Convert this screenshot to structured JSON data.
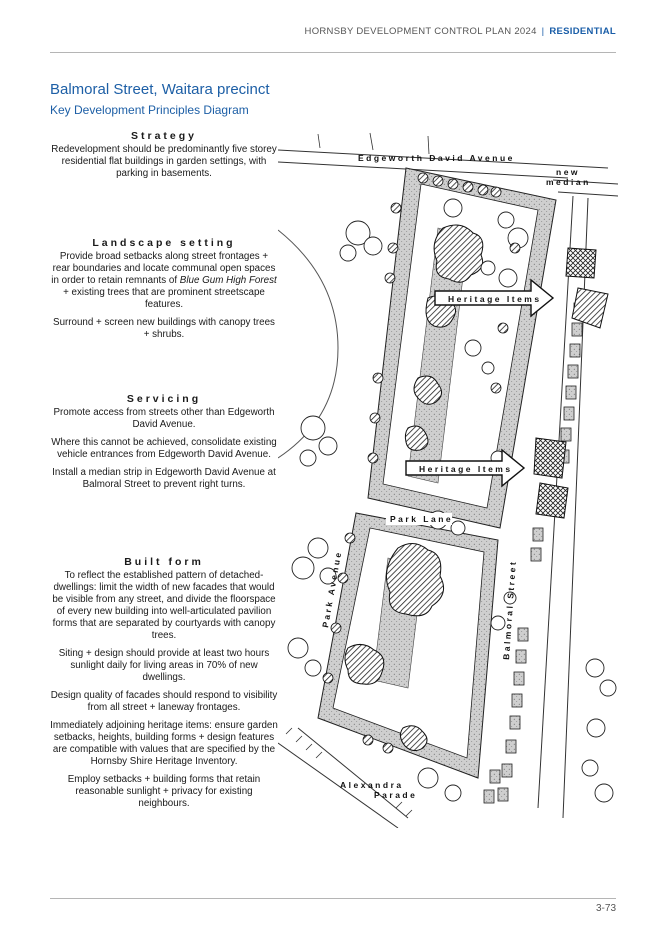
{
  "header": {
    "document": "HORNSBY DEVELOPMENT CONTROL PLAN 2024",
    "separator": "|",
    "section": "RESIDENTIAL"
  },
  "title": "Balmoral Street, Waitara precinct",
  "subtitle": "Key Development Principles Diagram",
  "strategy": {
    "heading": "Strategy",
    "p1": "Redevelopment should be predominantly five storey residential flat buildings in garden settings, with parking in basements."
  },
  "landscape": {
    "heading": "Landscape setting",
    "p1_before": "Provide broad setbacks along street frontages + rear boundaries and locate communal open spaces in order to retain remnants of ",
    "p1_italic": "Blue Gum High Forest",
    "p1_after": " + existing trees that are prominent streetscape features.",
    "p2": "Surround + screen new buildings with canopy trees + shrubs."
  },
  "servicing": {
    "heading": "Servicing",
    "p1": "Promote access from streets other than Edgeworth David Avenue.",
    "p2": "Where this cannot be achieved, consolidate existing vehicle entrances from Edgeworth David Avenue.",
    "p3": "Install a median strip in Edgeworth David Avenue at Balmoral Street to prevent right turns."
  },
  "built_form": {
    "heading": "Built form",
    "p1": "To reflect the established pattern of detached-dwellings: limit the width of new facades that would be visible from any street, and divide the floorspace of every new building into well-articulated pavilion forms that are separated by courtyards with canopy trees.",
    "p2": "Siting + design should provide at least two hours sunlight daily for living areas in 70% of new dwellings.",
    "p3": "Design quality of facades should respond to visibility from all street + laneway frontages.",
    "p4": "Immediately adjoining heritage items: ensure garden setbacks, heights, building forms + design features are compatible with values that are specified by the Hornsby Shire Heritage Inventory.",
    "p5": "Employ setbacks + building forms that retain reasonable sunlight + privacy for existing neighbours."
  },
  "map": {
    "edgeworth": "Edgeworth David Avenue",
    "new": "new",
    "median": "median",
    "heritage_1": "Heritage Items",
    "heritage_2": "Heritage Items",
    "park_lane": "Park Lane",
    "park_avenue": "Park Avenue",
    "balmoral_street": "Balmoral Street",
    "alexandra": "Alexandra",
    "parade": "Parade"
  },
  "page_number": "3-73"
}
